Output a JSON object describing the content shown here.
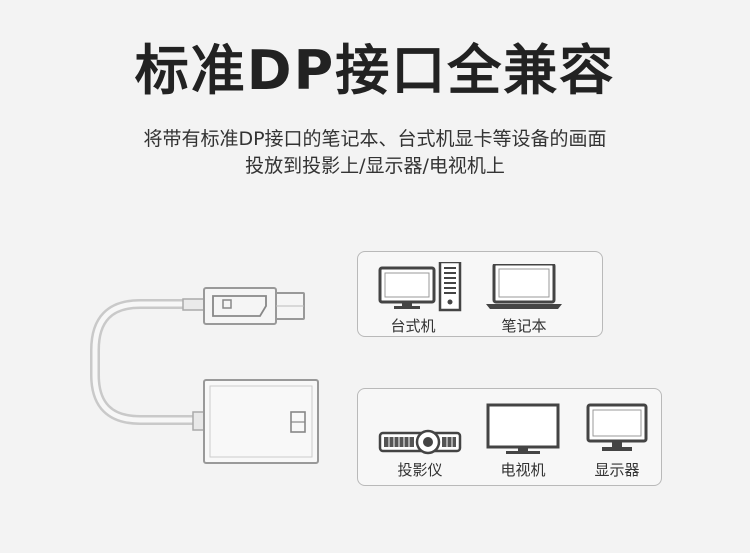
{
  "title": "标准DP接口全兼容",
  "description": {
    "line1": "将带有标准DP接口的笔记本、台式机显卡等设备的画面",
    "line2": "投放到投影上/显示器/电视机上"
  },
  "devices_top": [
    {
      "label": "台式机",
      "icon": "desktop-computer-icon"
    },
    {
      "label": "笔记本",
      "icon": "laptop-icon"
    }
  ],
  "devices_bottom": [
    {
      "label": "投影仪",
      "icon": "projector-icon"
    },
    {
      "label": "电视机",
      "icon": "television-icon"
    },
    {
      "label": "显示器",
      "icon": "monitor-icon"
    }
  ]
}
